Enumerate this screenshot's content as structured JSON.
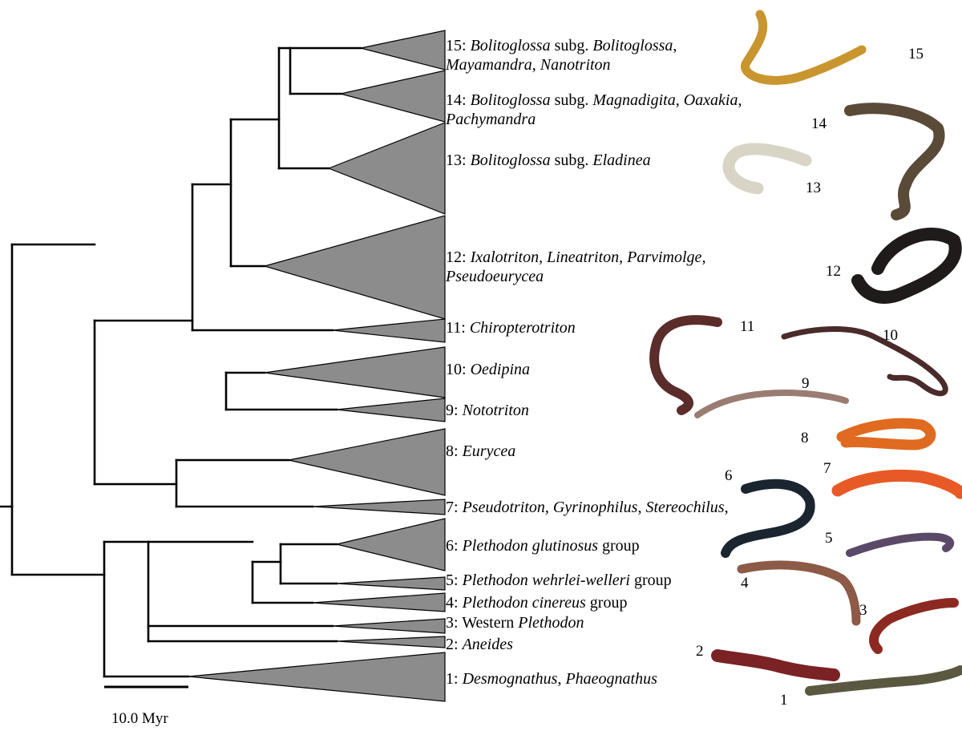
{
  "clades": [
    {
      "id": 1,
      "parts": [
        [
          "1: ",
          false
        ],
        [
          "Desmognathus",
          true
        ],
        [
          ", ",
          false
        ],
        [
          "Phaeognathus",
          true
        ]
      ]
    },
    {
      "id": 2,
      "parts": [
        [
          "2: ",
          false
        ],
        [
          "Aneides",
          true
        ]
      ]
    },
    {
      "id": 3,
      "parts": [
        [
          "3: Western ",
          false
        ],
        [
          "Plethodon",
          true
        ]
      ]
    },
    {
      "id": 4,
      "parts": [
        [
          "4: ",
          false
        ],
        [
          "Plethodon cinereus",
          true
        ],
        [
          " group",
          false
        ]
      ]
    },
    {
      "id": 5,
      "parts": [
        [
          "5: ",
          false
        ],
        [
          "Plethodon wehrlei-welleri",
          true
        ],
        [
          " group",
          false
        ]
      ]
    },
    {
      "id": 6,
      "parts": [
        [
          "6: ",
          false
        ],
        [
          "Plethodon glutinosus",
          true
        ],
        [
          " group",
          false
        ]
      ]
    },
    {
      "id": 7,
      "parts": [
        [
          "7: ",
          false
        ],
        [
          "Pseudotriton",
          true
        ],
        [
          ", ",
          false
        ],
        [
          "Gyrinophilus",
          true
        ],
        [
          ", ",
          false
        ],
        [
          "Stereochilus",
          true
        ],
        [
          ",",
          false
        ]
      ]
    },
    {
      "id": 8,
      "parts": [
        [
          "8: ",
          false
        ],
        [
          "Eurycea",
          true
        ]
      ]
    },
    {
      "id": 9,
      "parts": [
        [
          "9: ",
          false
        ],
        [
          "Nototriton",
          true
        ]
      ]
    },
    {
      "id": 10,
      "parts": [
        [
          "10: ",
          false
        ],
        [
          "Oedipina",
          true
        ]
      ]
    },
    {
      "id": 11,
      "parts": [
        [
          "11: ",
          false
        ],
        [
          "Chiropterotriton",
          true
        ]
      ]
    },
    {
      "id": 12,
      "parts": [
        [
          "12: ",
          false
        ],
        [
          "Ixalotriton",
          true
        ],
        [
          ", ",
          false
        ],
        [
          "Lineatriton",
          true
        ],
        [
          ", ",
          false
        ],
        [
          "Parvimolge",
          true
        ],
        [
          ",",
          false
        ]
      ],
      "line2": [
        [
          "Pseudoeurycea",
          true
        ]
      ]
    },
    {
      "id": 13,
      "parts": [
        [
          "13: ",
          false
        ],
        [
          "Bolitoglossa",
          true
        ],
        [
          " subg. ",
          false
        ],
        [
          "Eladinea",
          true
        ]
      ]
    },
    {
      "id": 14,
      "parts": [
        [
          "14: ",
          false
        ],
        [
          "Bolitoglossa",
          true
        ],
        [
          " subg. ",
          false
        ],
        [
          "Magnadigita",
          true
        ],
        [
          ", ",
          false
        ],
        [
          "Oaxakia",
          true
        ],
        [
          ",",
          false
        ]
      ],
      "line2": [
        [
          "Pachymandra",
          true
        ]
      ]
    },
    {
      "id": 15,
      "parts": [
        [
          "15: ",
          false
        ],
        [
          "Bolitoglossa",
          true
        ],
        [
          " subg. ",
          false
        ],
        [
          "Bolitoglossa",
          true
        ],
        [
          ",",
          false
        ]
      ],
      "line2": [
        [
          "Mayamandra",
          true
        ],
        [
          ", ",
          false
        ],
        [
          "Nanotriton",
          true
        ]
      ]
    }
  ],
  "photo_numbers": [
    "1",
    "2",
    "3",
    "4",
    "5",
    "6",
    "7",
    "8",
    "9",
    "10",
    "11",
    "12",
    "13",
    "14",
    "15"
  ],
  "scale_bar": {
    "label": "10.0 Myr"
  },
  "colors": {
    "tree": "#000000",
    "triangle_fill": "#8c8c8c",
    "triangle_stroke": "#000000"
  }
}
